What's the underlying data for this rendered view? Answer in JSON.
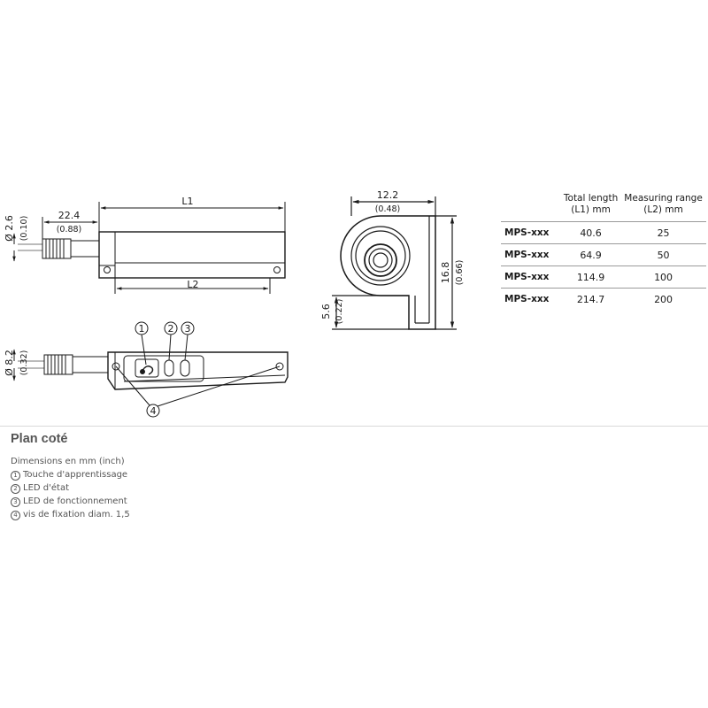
{
  "side_view": {
    "l1_label": "L1",
    "l2_label": "L2",
    "cable_len_mm": "22.4",
    "cable_len_in": "(0.88)",
    "cable_dia_mm": "Ø 2.6",
    "cable_dia_in": "(0.10)"
  },
  "top_view": {
    "housing_dia_mm": "Ø 8.2",
    "housing_dia_in": "(0.32)",
    "callout_1": "1",
    "callout_2": "2",
    "callout_3": "3",
    "callout_4": "4"
  },
  "end_view": {
    "width_mm": "12.2",
    "width_in": "(0.48)",
    "height_mm": "16.8",
    "height_in": "(0.66)",
    "offset_mm": "5.6",
    "offset_in": "(0.22)"
  },
  "spec_table": {
    "headers": {
      "total_length": "Total length",
      "total_length_unit": "(L1) mm",
      "measuring_range": "Measuring range",
      "measuring_range_unit": "(L2) mm"
    },
    "rows": [
      {
        "model": "MPS-xxx",
        "l1": "40.6",
        "l2": "25"
      },
      {
        "model": "MPS-xxx",
        "l1": "64.9",
        "l2": "50"
      },
      {
        "model": "MPS-xxx",
        "l1": "114.9",
        "l2": "100"
      },
      {
        "model": "MPS-xxx",
        "l1": "214.7",
        "l2": "200"
      }
    ]
  },
  "caption": {
    "title": "Plan coté",
    "dimensions_note": "Dimensions en mm (inch)",
    "legend": [
      {
        "num": "1",
        "text": "Touche d'apprentissage"
      },
      {
        "num": "2",
        "text": "LED d'état"
      },
      {
        "num": "3",
        "text": "LED de fonctionnement"
      },
      {
        "num": "4",
        "text": "vis de fixation diam. 1,5"
      }
    ]
  }
}
